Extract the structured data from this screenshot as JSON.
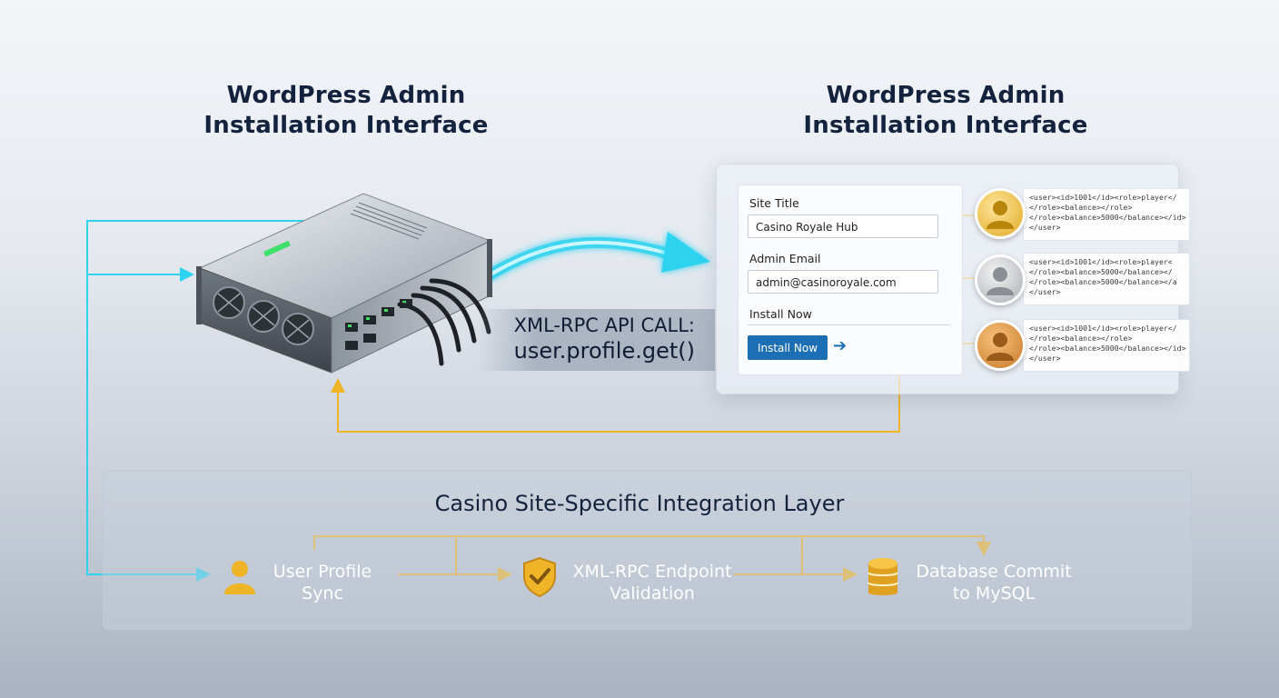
{
  "headings": {
    "left": {
      "line1": "WordPress Admin",
      "line2": "Installation Interface"
    },
    "right": {
      "line1": "WordPress Admin",
      "line2": "Installation Interface"
    }
  },
  "install_form": {
    "site_title_label": "Site Title",
    "site_title_value": "Casino Royale Hub",
    "admin_email_label": "Admin Email",
    "admin_email_value": "admin@casinoroyale.com",
    "install_label": "Install Now",
    "install_button": "Install Now"
  },
  "user_cards": [
    {
      "avatar": "user-avatar-gold-icon",
      "lines": [
        "<user><id>1001</id><role>player</",
        "</role><balance></role>",
        "</role><balance>5000</balance></id>",
        "</user>"
      ]
    },
    {
      "avatar": "user-avatar-silver-icon",
      "lines": [
        "<user><id>1001</id><role>player<",
        "</role><balance>5000</balance></",
        "</role><balance>5000</balance></a",
        "</user>"
      ]
    },
    {
      "avatar": "user-avatar-bronze-icon",
      "lines": [
        "<user><id>1001</id><role>player</",
        "</role><balance></role>",
        "</role><balance>5000</balance></id>",
        "</user>"
      ]
    }
  ],
  "api_call": {
    "line1": "XML-RPC API CALL:",
    "line2": "user.profile.get()"
  },
  "integration_layer": {
    "title": "Casino Site-Specific Integration Layer",
    "steps": [
      {
        "icon": "user-icon",
        "line1": "User Profile",
        "line2": "Sync"
      },
      {
        "icon": "shield-check-icon",
        "line1": "XML-RPC Endpoint",
        "line2": "Validation"
      },
      {
        "icon": "database-icon",
        "line1": "Database Commit",
        "line2": "to MySQL"
      }
    ]
  },
  "colors": {
    "cyan": "#2fd3f0",
    "gold": "#f0b429",
    "navy": "#13223d",
    "button": "#1c6fb5"
  }
}
